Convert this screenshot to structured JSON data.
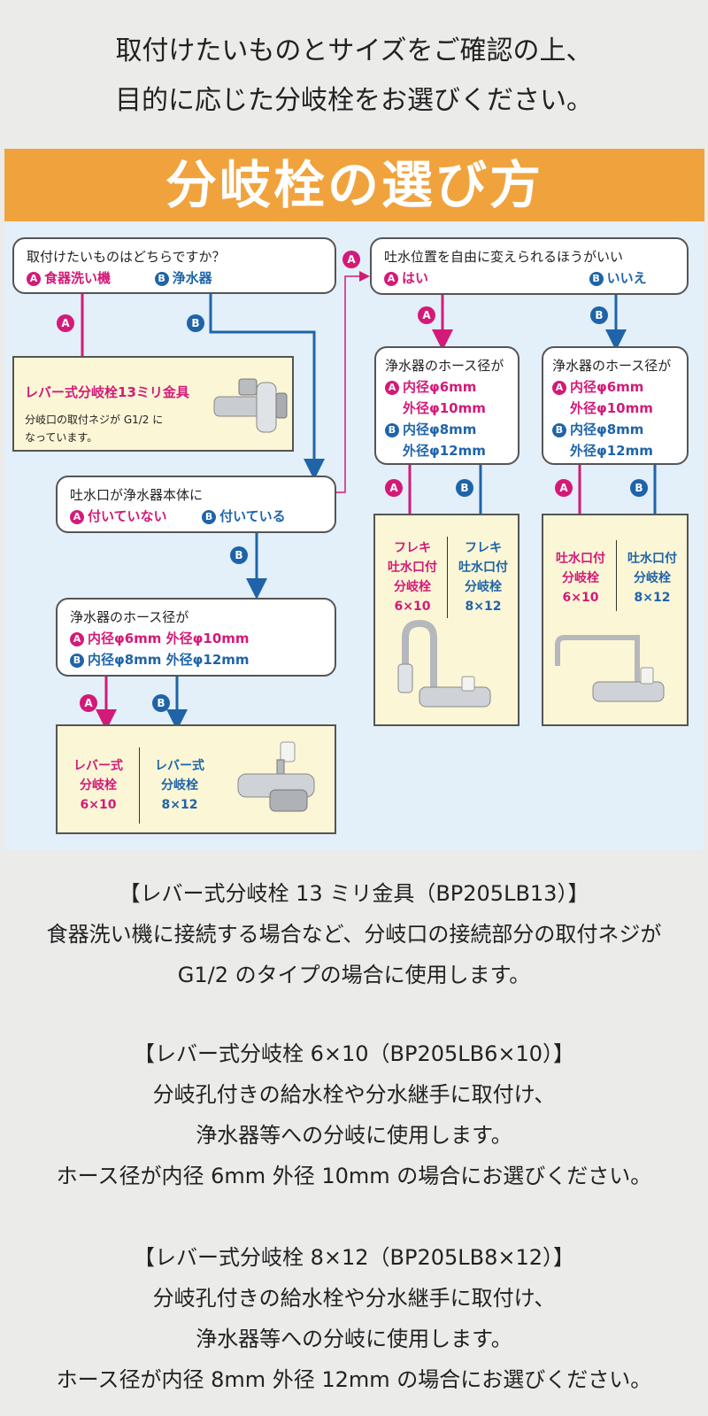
{
  "intro": {
    "line1": "取付けたいものとサイズをご確認の上、",
    "line2": "目的に応じた分岐栓をお選びください。"
  },
  "banner": {
    "title": "分岐栓の選び方"
  },
  "markers": {
    "a": "A",
    "b": "B"
  },
  "q1": {
    "question": "取付けたいものはどちらですか？",
    "optA": "食器洗い機",
    "optB": "浄水器"
  },
  "result_13": {
    "title": "レバー式分岐栓13ミリ金具",
    "line1": "分岐口の取付ネジが G1/2 に",
    "line2": "なっています。"
  },
  "q2": {
    "question": "吐水口が浄水器本体に",
    "optA": "付いていない",
    "optB": "付いている"
  },
  "q3": {
    "question": "浄水器のホース径が",
    "optA": "内径φ6mm 外径φ10mm",
    "optB": "内径φ8mm 外径φ12mm"
  },
  "result_lever": {
    "a1": "レバー式",
    "a2": "分岐栓",
    "a3": "6×10",
    "b1": "レバー式",
    "b2": "分岐栓",
    "b3": "8×12"
  },
  "q4": {
    "question": "吐水位置を自由に変えられるほうがいい",
    "optA": "はい",
    "optB": "いいえ"
  },
  "q5": {
    "question": "浄水器のホース径が",
    "optA1": "内径φ6mm",
    "optA2": "外径φ10mm",
    "optB1": "内径φ8mm",
    "optB2": "外径φ12mm"
  },
  "q6": {
    "question": "浄水器のホース径が",
    "optA1": "内径φ6mm",
    "optA2": "外径φ10mm",
    "optB1": "内径φ8mm",
    "optB2": "外径φ12mm"
  },
  "result_flex": {
    "a1": "フレキ",
    "a2": "吐水口付",
    "a3": "分岐栓",
    "a4": "6×10",
    "b1": "フレキ",
    "b2": "吐水口付",
    "b3": "分岐栓",
    "b4": "8×12"
  },
  "result_spout": {
    "a1": "吐水口付",
    "a2": "分岐栓",
    "a3": "6×10",
    "b1": "吐水口付",
    "b2": "分岐栓",
    "b3": "8×12"
  },
  "desc1": {
    "l1": "【レバー式分岐栓 13 ミリ金具（BP205LB13）】",
    "l2": "食器洗い機に接続する場合など、分岐口の接続部分の取付ネジが",
    "l3": "G1/2 のタイプの場合に使用します。"
  },
  "desc2": {
    "l1": "【レバー式分岐栓 6×10（BP205LB6×10）】",
    "l2": "分岐孔付きの給水栓や分水継手に取付け、",
    "l3": "浄水器等への分岐に使用します。",
    "l4": "ホース径が内径 6mm 外径 10mm の場合にお選びください。"
  },
  "desc3": {
    "l1": "【レバー式分岐栓 8×12（BP205LB8×12）】",
    "l2": "分岐孔付きの給水栓や分水継手に取付け、",
    "l3": "浄水器等への分岐に使用します。",
    "l4": "ホース径が内径 8mm 外径 12mm の場合にお選びください。"
  },
  "colors": {
    "magenta": "#d31a78",
    "blue": "#1f64a8",
    "banner": "#f0a33c",
    "panel": "#e3eff9",
    "result_bg": "#fbf6d6"
  }
}
